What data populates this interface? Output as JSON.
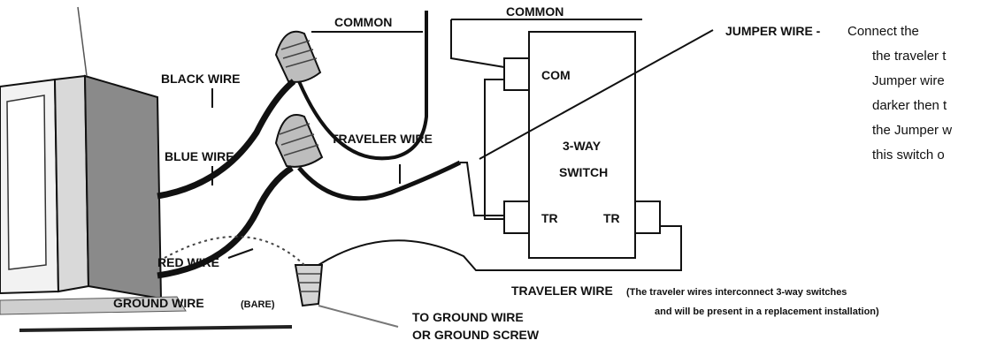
{
  "labels": {
    "common_top": "COMMON",
    "common_left": "COMMON",
    "jumper_title": "JUMPER WIRE -",
    "black_wire": "BLACK WIRE",
    "blue_wire": "BLUE WIRE",
    "traveler_wire_mid": "TRAVELER WIRE",
    "red_wire": "RED WIRE",
    "ground_wire": "GROUND WIRE",
    "ground_wire_note": "(BARE)",
    "to_ground_line1": "TO GROUND WIRE",
    "to_ground_line2": "OR GROUND SCREW",
    "traveler_wire_bottom": "TRAVELER WIRE",
    "traveler_note_line1": "(The traveler wires interconnect 3-way switches",
    "traveler_note_line2": "and will be present in a replacement installation)"
  },
  "switch": {
    "com": "COM",
    "title_line1": "3-WAY",
    "title_line2": "SWITCH",
    "tr_left": "TR",
    "tr_right": "TR"
  },
  "jumper_description": [
    "Connect the",
    "the traveler t",
    "Jumper wire",
    "darker then t",
    "the Jumper w",
    "this switch o"
  ]
}
